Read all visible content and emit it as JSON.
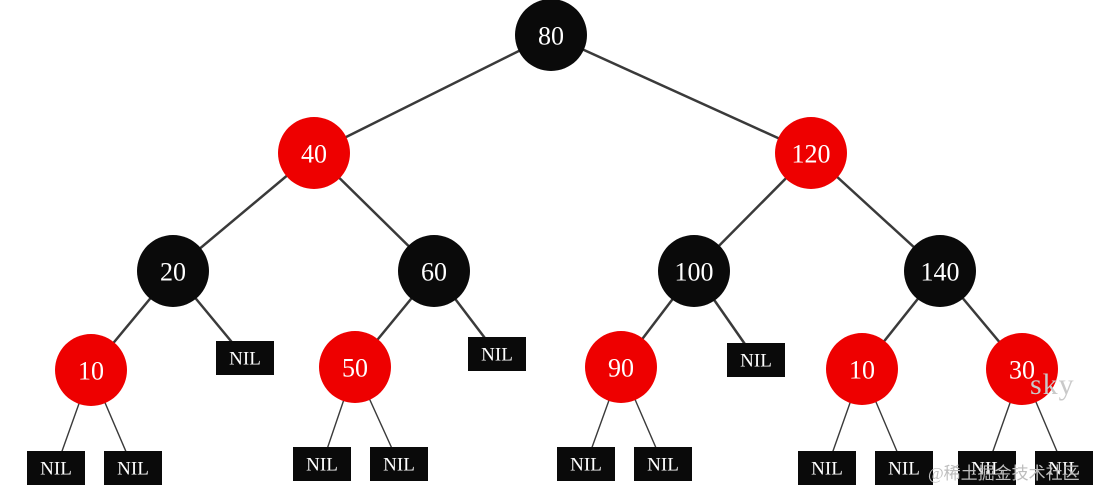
{
  "colors": {
    "red": "#ee0000",
    "black": "#0a0a0a",
    "edge": "#3a3a3a",
    "label": "#ffffff"
  },
  "tree": {
    "root": "80",
    "nodes": [
      {
        "id": "n80",
        "label": "80",
        "color": "black",
        "parent": null
      },
      {
        "id": "n40",
        "label": "40",
        "color": "red",
        "parent": "n80"
      },
      {
        "id": "n120",
        "label": "120",
        "color": "red",
        "parent": "n80"
      },
      {
        "id": "n20",
        "label": "20",
        "color": "black",
        "parent": "n40"
      },
      {
        "id": "n60",
        "label": "60",
        "color": "black",
        "parent": "n40"
      },
      {
        "id": "n100",
        "label": "100",
        "color": "black",
        "parent": "n120"
      },
      {
        "id": "n140",
        "label": "140",
        "color": "black",
        "parent": "n120"
      },
      {
        "id": "n10a",
        "label": "10",
        "color": "red",
        "parent": "n20"
      },
      {
        "id": "n50",
        "label": "50",
        "color": "red",
        "parent": "n60"
      },
      {
        "id": "n90",
        "label": "90",
        "color": "red",
        "parent": "n100"
      },
      {
        "id": "n10b",
        "label": "10",
        "color": "red",
        "parent": "n140"
      },
      {
        "id": "n30",
        "label": "30",
        "color": "red",
        "parent": "n140"
      }
    ],
    "nil_label": "NIL",
    "nils": [
      {
        "id": "nil-20-right",
        "parent": "n20"
      },
      {
        "id": "nil-60-right",
        "parent": "n60"
      },
      {
        "id": "nil-100-right",
        "parent": "n100"
      },
      {
        "id": "nil-10a-left",
        "parent": "n10a"
      },
      {
        "id": "nil-10a-right",
        "parent": "n10a"
      },
      {
        "id": "nil-50-left",
        "parent": "n50"
      },
      {
        "id": "nil-50-right",
        "parent": "n50"
      },
      {
        "id": "nil-90-left",
        "parent": "n90"
      },
      {
        "id": "nil-90-right",
        "parent": "n90"
      },
      {
        "id": "nil-10b-left",
        "parent": "n10b"
      },
      {
        "id": "nil-10b-right",
        "parent": "n10b"
      },
      {
        "id": "nil-30-left",
        "parent": "n30"
      },
      {
        "id": "nil-30-right",
        "parent": "n30"
      }
    ]
  },
  "watermark": {
    "sky": "sky",
    "credit": "@稀土掘金技术社区"
  }
}
